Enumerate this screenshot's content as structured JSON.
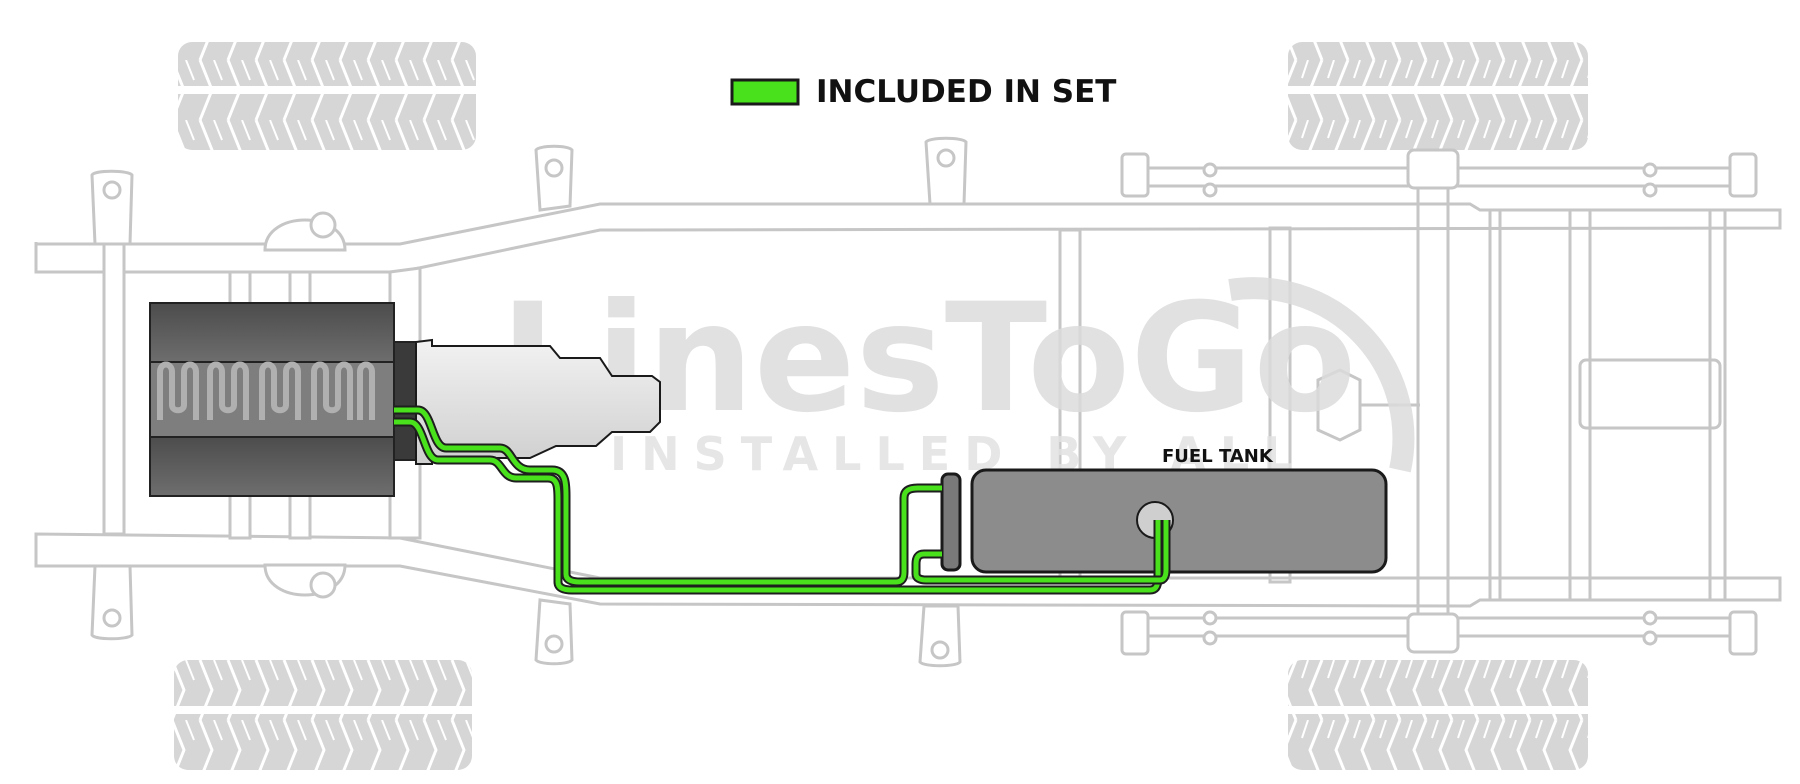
{
  "legend": {
    "label": "INCLUDED IN SET",
    "swatch_color": "#49e01c",
    "swatch_border": "#1a1a1a"
  },
  "labels": {
    "fuel_tank": "FUEL TANK"
  },
  "watermark": {
    "brand": "LinesToGo",
    "tagline": "INSTALLED BY ALL"
  },
  "colors": {
    "chassis_stroke": "#c6c6c6",
    "tire": "#d6d6d6",
    "engine_dark": "#5a5a5a",
    "engine_mid": "#8a8a8a",
    "transmission": "#e4e4e4",
    "fuel_tank": "#8c8c8c",
    "line_green": "#49e01c",
    "line_outline": "#1e1e1e"
  }
}
